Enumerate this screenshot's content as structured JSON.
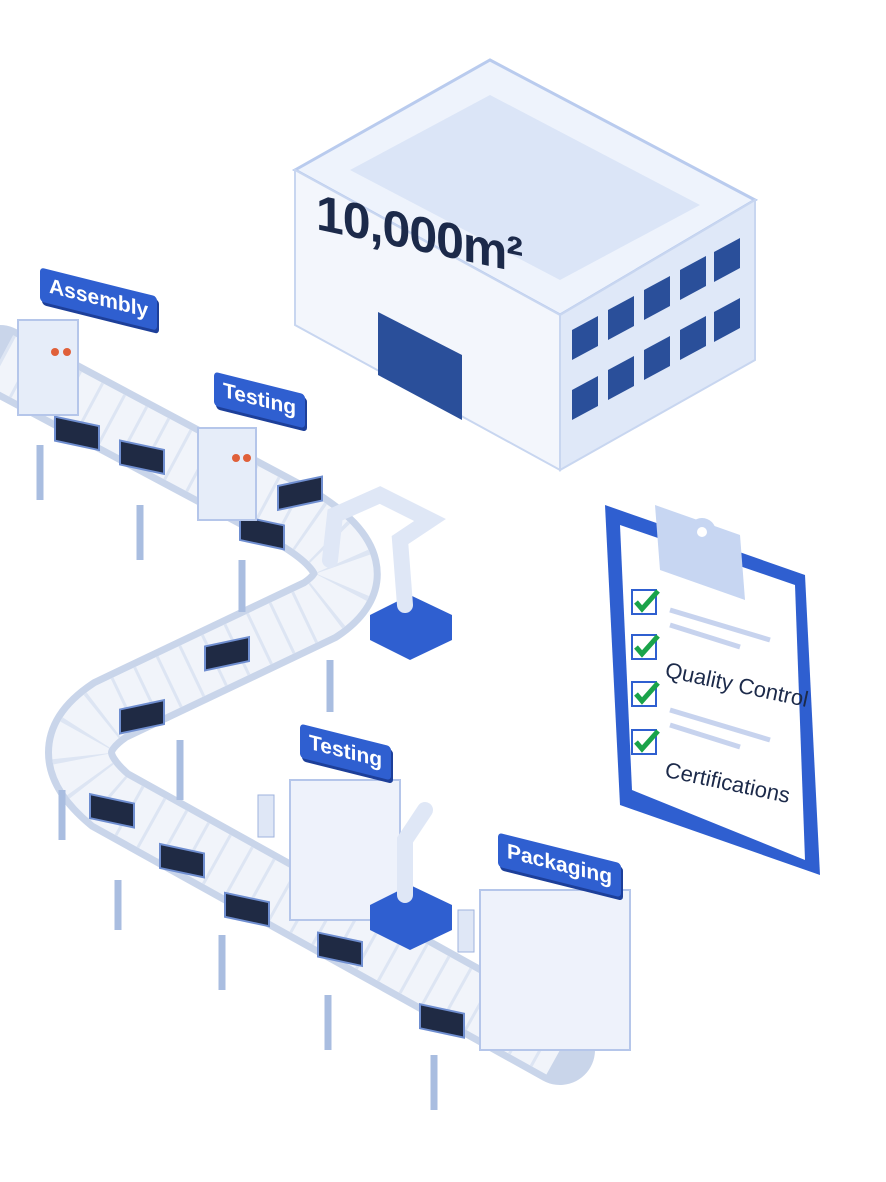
{
  "building": {
    "area_label": "10,000m²"
  },
  "stations": [
    {
      "label": "Assembly"
    },
    {
      "label": "Testing"
    },
    {
      "label": "Testing"
    },
    {
      "label": "Packaging"
    }
  ],
  "clipboard": {
    "items": [
      "Quality Control",
      "Certifications"
    ]
  },
  "colors": {
    "primary": "#2f5fd0",
    "light": "#dfe8f8",
    "dark": "#1c2a4a",
    "check": "#1aa34a"
  }
}
